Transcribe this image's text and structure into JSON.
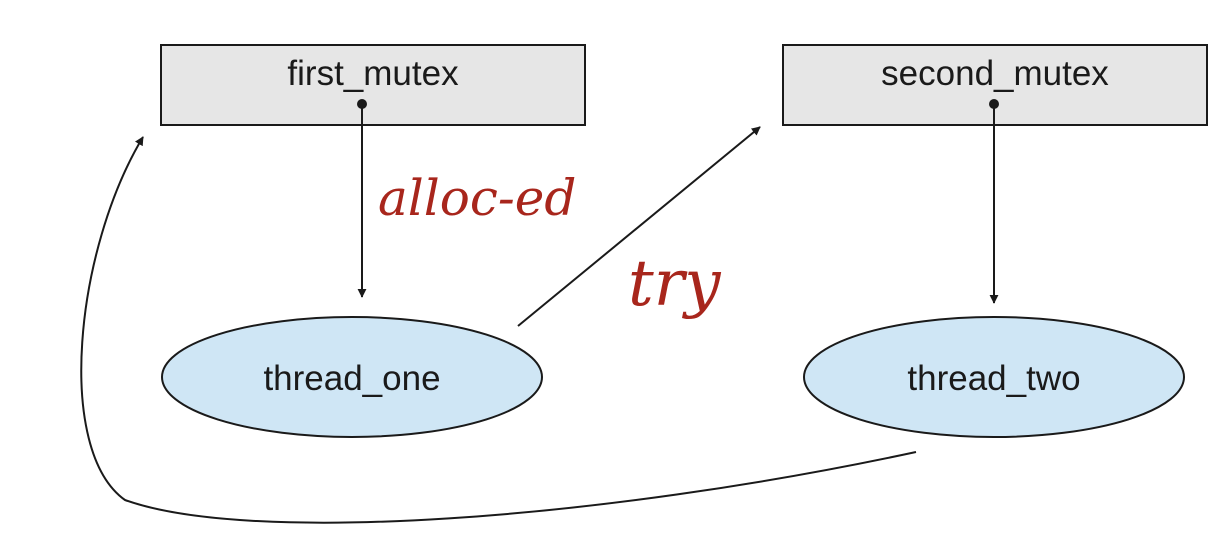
{
  "nodes": {
    "first_mutex": "first_mutex",
    "second_mutex": "second_mutex",
    "thread_one": "thread_one",
    "thread_two": "thread_two"
  },
  "annotations": {
    "alloced": "alloc-ed",
    "try": "try"
  },
  "colors": {
    "mutex_fill": "#e6e6e6",
    "thread_fill": "#cfe6f5",
    "stroke": "#1a1a1a",
    "annotation": "#a8261c"
  }
}
